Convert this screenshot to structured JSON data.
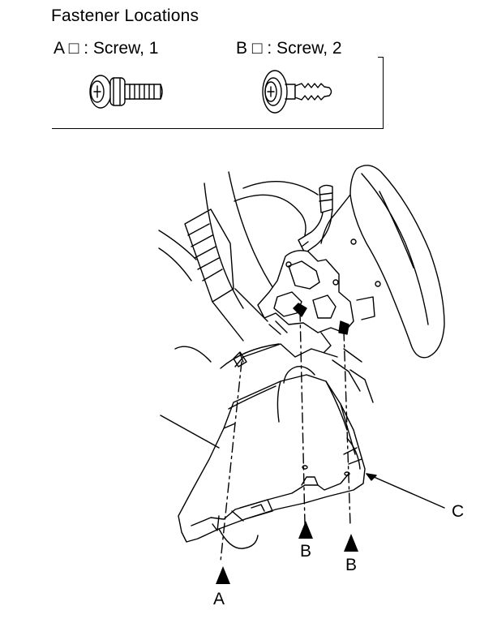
{
  "title": "Fastener Locations",
  "fasteners": [
    {
      "key": "A",
      "symbol": "□",
      "text": ": Screw, 1"
    },
    {
      "key": "B",
      "symbol": "□",
      "text": ": Screw, 2"
    }
  ],
  "callouts": {
    "a": "A",
    "b1": "B",
    "b2": "B",
    "c": "C"
  },
  "icons": [
    "screw-a-icon",
    "screw-b-icon",
    "arrow-up-icon"
  ]
}
